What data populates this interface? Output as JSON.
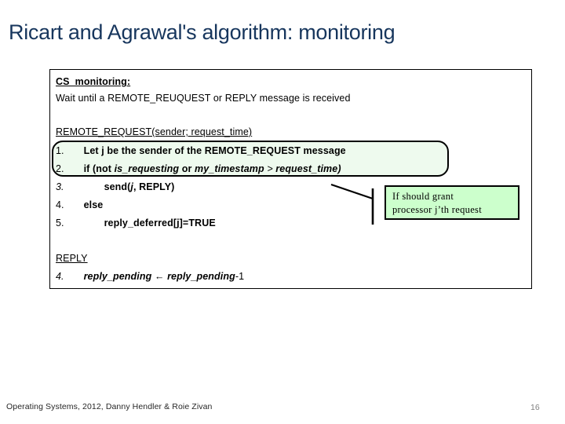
{
  "slide": {
    "title": "Ricart and Agrawal's algorithm: monitoring",
    "title_color": "#17365d",
    "page_number": "16",
    "footer": "Operating Systems, 2012, Danny Hendler & Roie Zivan"
  },
  "code_box": {
    "cs_heading": "CS_monitoring:",
    "cs_body": "Wait until a REMOTE_REUQUEST or REPLY message is received",
    "remote_request_heading": "REMOTE_REQUEST(sender; request_time)",
    "steps": [
      {
        "num": "1.",
        "num_italic": false,
        "text_parts": [
          {
            "t": "Let ",
            "style": "bold"
          },
          {
            "t": "j",
            "style": "bold"
          },
          {
            "t": " be the sender of the REMOTE_REQUEST message",
            "style": "bold"
          }
        ],
        "plain": "Let j be the sender of the REMOTE_REQUEST message",
        "indent": 1,
        "highlighted": true
      },
      {
        "num": "2.",
        "num_italic": false,
        "plain": "if (not is_requesting or my_timestamp > request_time)",
        "indent": 1,
        "highlighted": true
      },
      {
        "num": "3.",
        "num_italic": true,
        "plain": "send(j, REPLY)",
        "indent": 2,
        "highlighted": false
      },
      {
        "num": "4.",
        "num_italic": false,
        "plain": "else",
        "indent": 1,
        "highlighted": false
      },
      {
        "num": "5.",
        "num_italic": false,
        "plain": "reply_deferred[j]=TRUE",
        "indent": 2,
        "highlighted": false
      }
    ],
    "reply_heading": "REPLY",
    "reply_step": {
      "num": "4.",
      "num_italic": true,
      "plain": "reply_pending ← reply_pending-1"
    },
    "step1_pre": "Let ",
    "step1_var": "j",
    "step1_post": " be the sender of the REMOTE_REQUEST message",
    "step2_a": "if (not ",
    "step2_v1": "is_requesting",
    "step2_b": " or ",
    "step2_v2": "my_timestamp",
    "step2_c": " > ",
    "step2_v3": "request_time",
    "step2_d": ")",
    "step3_a": "send(",
    "step3_v": "j",
    "step3_b": ", REPLY)",
    "step5_a": "reply_deferred",
    "step5_b": "[j]=TRUE",
    "reply4_v1": "reply_pending",
    "reply4_arrow": "←",
    "reply4_v2": "reply_pending",
    "reply4_tail": "-1"
  },
  "annotation": {
    "line1": "If should grant",
    "line2": "processor j’th request",
    "fill_color": "#ccffcc",
    "border_color": "#000000"
  },
  "callout": {
    "fill_color": "#eefaee",
    "border_color": "#000000"
  }
}
